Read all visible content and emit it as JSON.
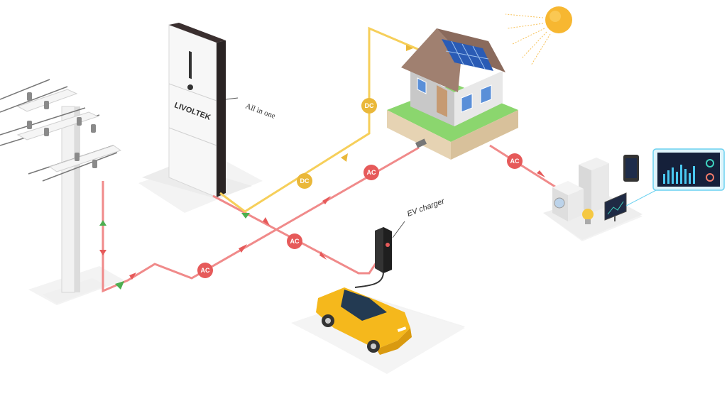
{
  "labels": {
    "battery_brand": "LIVOLTEK",
    "battery_callout": "All in one",
    "ev_callout": "EV charger",
    "ac": "AC",
    "dc": "DC"
  },
  "colors": {
    "ac_line": "#f08a8a",
    "ac_badge": "#e65a5a",
    "dc_line": "#f6cf5a",
    "dc_badge": "#eab83a",
    "grid_arrow": "#4caf50",
    "car": "#f5b81c",
    "sun": "#f7b731"
  },
  "icons": [
    "power-pole-icon",
    "battery-unit-icon",
    "house-icon",
    "solar-panel-icon",
    "sun-icon",
    "ev-charger-icon",
    "car-icon",
    "washing-machine-icon",
    "fridge-icon",
    "light-bulb-icon",
    "monitor-icon",
    "phone-icon",
    "dashboard-tablet-icon"
  ]
}
